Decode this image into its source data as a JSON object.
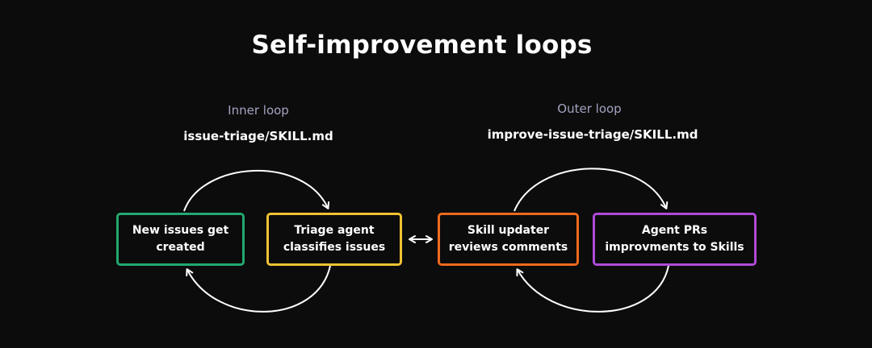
{
  "title": "Self-improvement loops",
  "inner_loop": {
    "label": "Inner loop",
    "file": "issue-triage/SKILL.md",
    "nodes": [
      {
        "text": "New issues get\ncreated",
        "color": "#22a870"
      },
      {
        "text": "Triage agent\nclassifies issues",
        "color": "#f2c233"
      }
    ]
  },
  "outer_loop": {
    "label": "Outer loop",
    "file": "improve-issue-triage/SKILL.md",
    "nodes": [
      {
        "text": "Skill updater\nreviews comments",
        "color": "#ee6a1e"
      },
      {
        "text": "Agent PRs\nimprovments to Skills",
        "color": "#b04ad8"
      }
    ]
  },
  "connector": "bidirectional-arrow",
  "colors": {
    "background": "#0c0c0c",
    "loop_label": "#a3a3c2",
    "arrow": "#ffffff"
  }
}
